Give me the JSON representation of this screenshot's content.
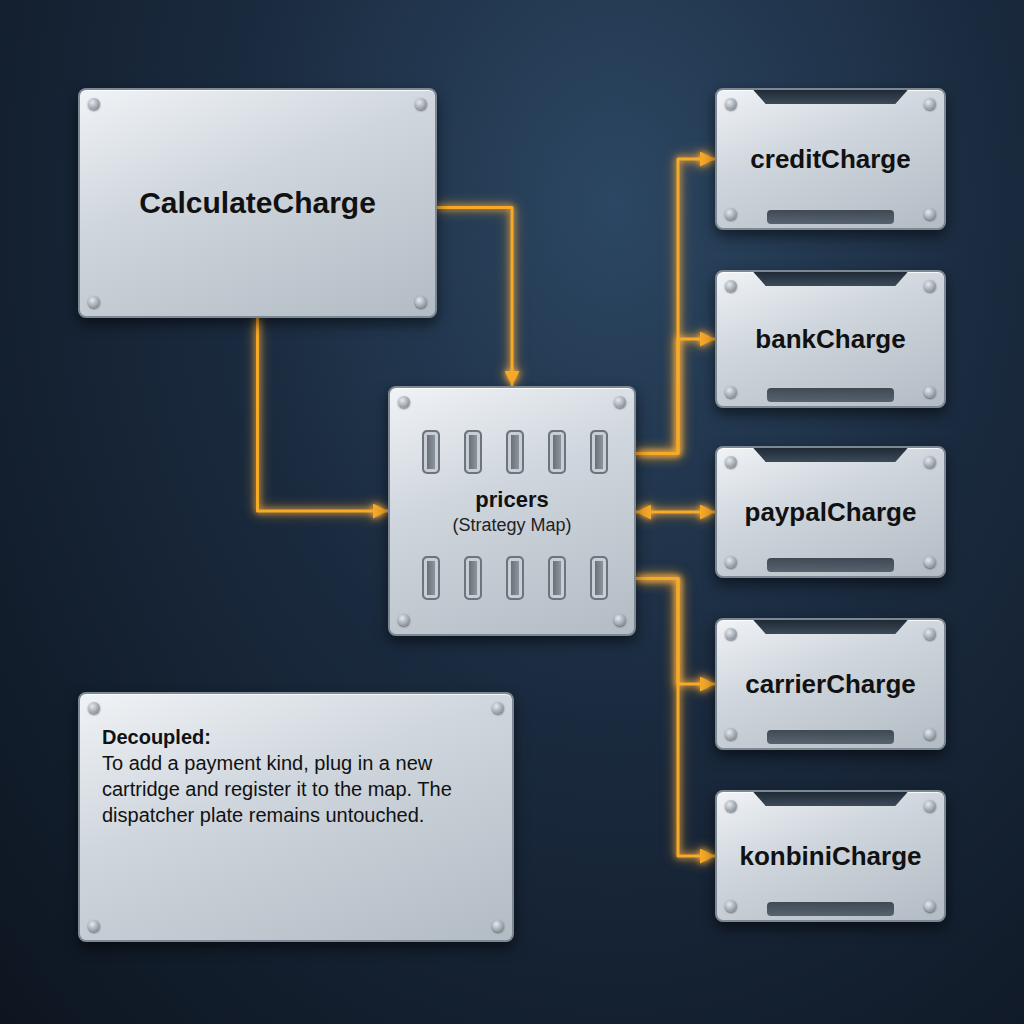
{
  "diagram": {
    "nodes": [
      {
        "text": [
          "CalculateCharge"
        ]
      },
      {
        "text": [
          "pricers",
          "(Strategy Map)"
        ]
      },
      {
        "text": [
          "creditCharge"
        ]
      },
      {
        "text": [
          "bankCharge"
        ]
      },
      {
        "text": [
          "paypalCharge"
        ]
      },
      {
        "text": [
          "carrierCharge"
        ]
      },
      {
        "text": [
          "konbiniCharge"
        ]
      },
      {
        "text": [
          "Decoupled:",
          "To add a payment kind, plug in a new cartridge and register it to the map. The dispatcher plate remains untouched."
        ]
      }
    ],
    "edges": [
      {
        "from": 0,
        "to": 1,
        "arrow": "to"
      },
      {
        "from": 0,
        "to": 1,
        "arrow": "to"
      },
      {
        "from": 1,
        "to": 2,
        "arrow": "to"
      },
      {
        "from": 1,
        "to": 3,
        "arrow": "to"
      },
      {
        "from": 1,
        "to": 4,
        "arrow": "both"
      },
      {
        "from": 1,
        "to": 5,
        "arrow": "to"
      },
      {
        "from": 1,
        "to": 6,
        "arrow": "to"
      }
    ]
  }
}
